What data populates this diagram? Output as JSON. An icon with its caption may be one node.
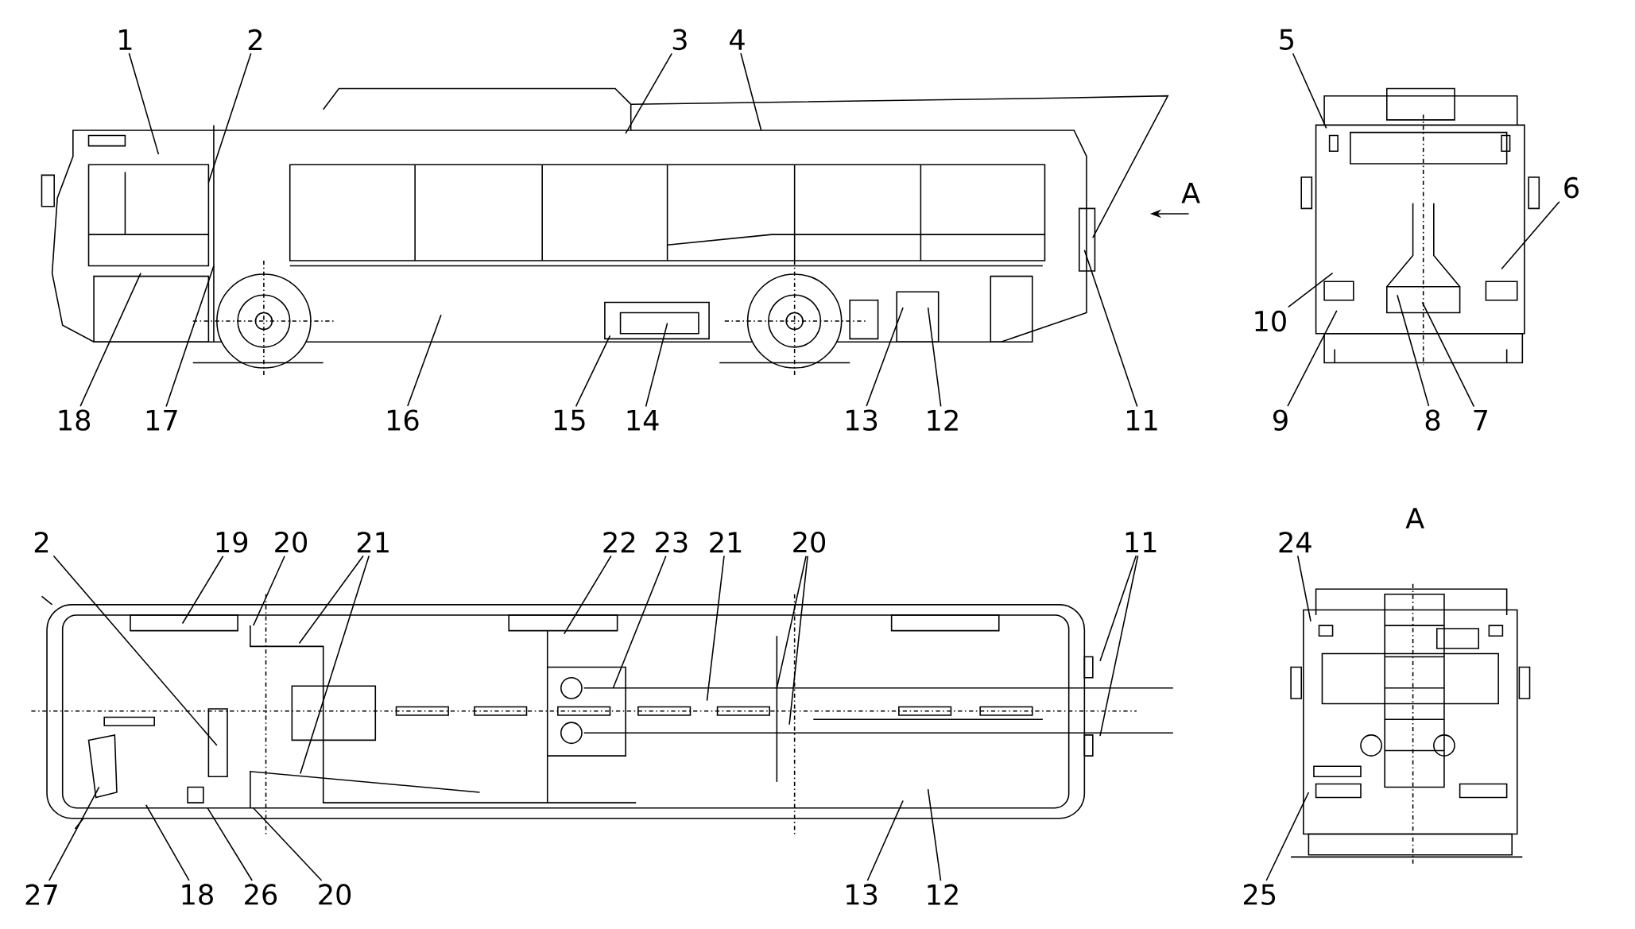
{
  "diagram": {
    "nodes": [
      {
        "text": [
          "1"
        ]
      },
      {
        "text": [
          "2"
        ]
      },
      {
        "text": [
          "3"
        ]
      },
      {
        "text": [
          "4"
        ]
      },
      {
        "text": [
          "5"
        ]
      },
      {
        "text": [
          "6"
        ]
      },
      {
        "text": [
          "10"
        ]
      },
      {
        "text": [
          "18"
        ]
      },
      {
        "text": [
          "17"
        ]
      },
      {
        "text": [
          "16"
        ]
      },
      {
        "text": [
          "15"
        ]
      },
      {
        "text": [
          "14"
        ]
      },
      {
        "text": [
          "13"
        ]
      },
      {
        "text": [
          "12"
        ]
      },
      {
        "text": [
          "11"
        ]
      },
      {
        "text": [
          "9"
        ]
      },
      {
        "text": [
          "8"
        ]
      },
      {
        "text": [
          "7"
        ]
      },
      {
        "text": [
          "2"
        ]
      },
      {
        "text": [
          "19"
        ]
      },
      {
        "text": [
          "20"
        ]
      },
      {
        "text": [
          "21"
        ]
      },
      {
        "text": [
          "22"
        ]
      },
      {
        "text": [
          "23"
        ]
      },
      {
        "text": [
          "21"
        ]
      },
      {
        "text": [
          "20"
        ]
      },
      {
        "text": [
          "11"
        ]
      },
      {
        "text": [
          "24"
        ]
      },
      {
        "text": [
          "27"
        ]
      },
      {
        "text": [
          "18"
        ]
      },
      {
        "text": [
          "26"
        ]
      },
      {
        "text": [
          "20"
        ]
      },
      {
        "text": [
          "13"
        ]
      },
      {
        "text": [
          "12"
        ]
      },
      {
        "text": [
          "25"
        ]
      }
    ],
    "edges": [
      {
        "from": 0,
        "to": null,
        "arrow": "none"
      },
      {
        "from": 1,
        "to": null,
        "arrow": "none"
      },
      {
        "from": 2,
        "to": null,
        "arrow": "none"
      },
      {
        "from": 3,
        "to": null,
        "arrow": "none"
      },
      {
        "from": 4,
        "to": null,
        "arrow": "none"
      },
      {
        "from": 5,
        "to": null,
        "arrow": "none"
      },
      {
        "from": 6,
        "to": null,
        "arrow": "none"
      },
      {
        "from": 7,
        "to": null,
        "arrow": "none"
      },
      {
        "from": 8,
        "to": null,
        "arrow": "none"
      },
      {
        "from": 9,
        "to": null,
        "arrow": "none"
      },
      {
        "from": 10,
        "to": null,
        "arrow": "none"
      },
      {
        "from": 11,
        "to": null,
        "arrow": "none"
      },
      {
        "from": 12,
        "to": null,
        "arrow": "none"
      },
      {
        "from": 13,
        "to": null,
        "arrow": "none"
      },
      {
        "from": 14,
        "to": null,
        "arrow": "none"
      },
      {
        "from": 15,
        "to": null,
        "arrow": "none"
      },
      {
        "from": 16,
        "to": null,
        "arrow": "none"
      },
      {
        "from": 17,
        "to": null,
        "arrow": "none"
      },
      {
        "from": 18,
        "to": null,
        "arrow": "none"
      },
      {
        "from": 19,
        "to": null,
        "arrow": "none"
      },
      {
        "from": 20,
        "to": null,
        "arrow": "none"
      },
      {
        "from": 21,
        "to": null,
        "arrow": "none"
      },
      {
        "from": 21,
        "to": null,
        "arrow": "none"
      },
      {
        "from": 22,
        "to": null,
        "arrow": "none"
      },
      {
        "from": 23,
        "to": null,
        "arrow": "none"
      },
      {
        "from": 24,
        "to": null,
        "arrow": "none"
      },
      {
        "from": 25,
        "to": null,
        "arrow": "none"
      },
      {
        "from": 25,
        "to": null,
        "arrow": "none"
      },
      {
        "from": 26,
        "to": null,
        "arrow": "none"
      },
      {
        "from": 26,
        "to": null,
        "arrow": "none"
      },
      {
        "from": 27,
        "to": null,
        "arrow": "none"
      },
      {
        "from": 28,
        "to": null,
        "arrow": "none"
      },
      {
        "from": 29,
        "to": null,
        "arrow": "none"
      },
      {
        "from": 30,
        "to": null,
        "arrow": "none"
      },
      {
        "from": 31,
        "to": null,
        "arrow": "none"
      },
      {
        "from": 32,
        "to": null,
        "arrow": "none"
      },
      {
        "from": 33,
        "to": null,
        "arrow": "none"
      },
      {
        "from": 34,
        "to": null,
        "arrow": "none"
      }
    ],
    "labels": [
      "A",
      "A"
    ]
  }
}
